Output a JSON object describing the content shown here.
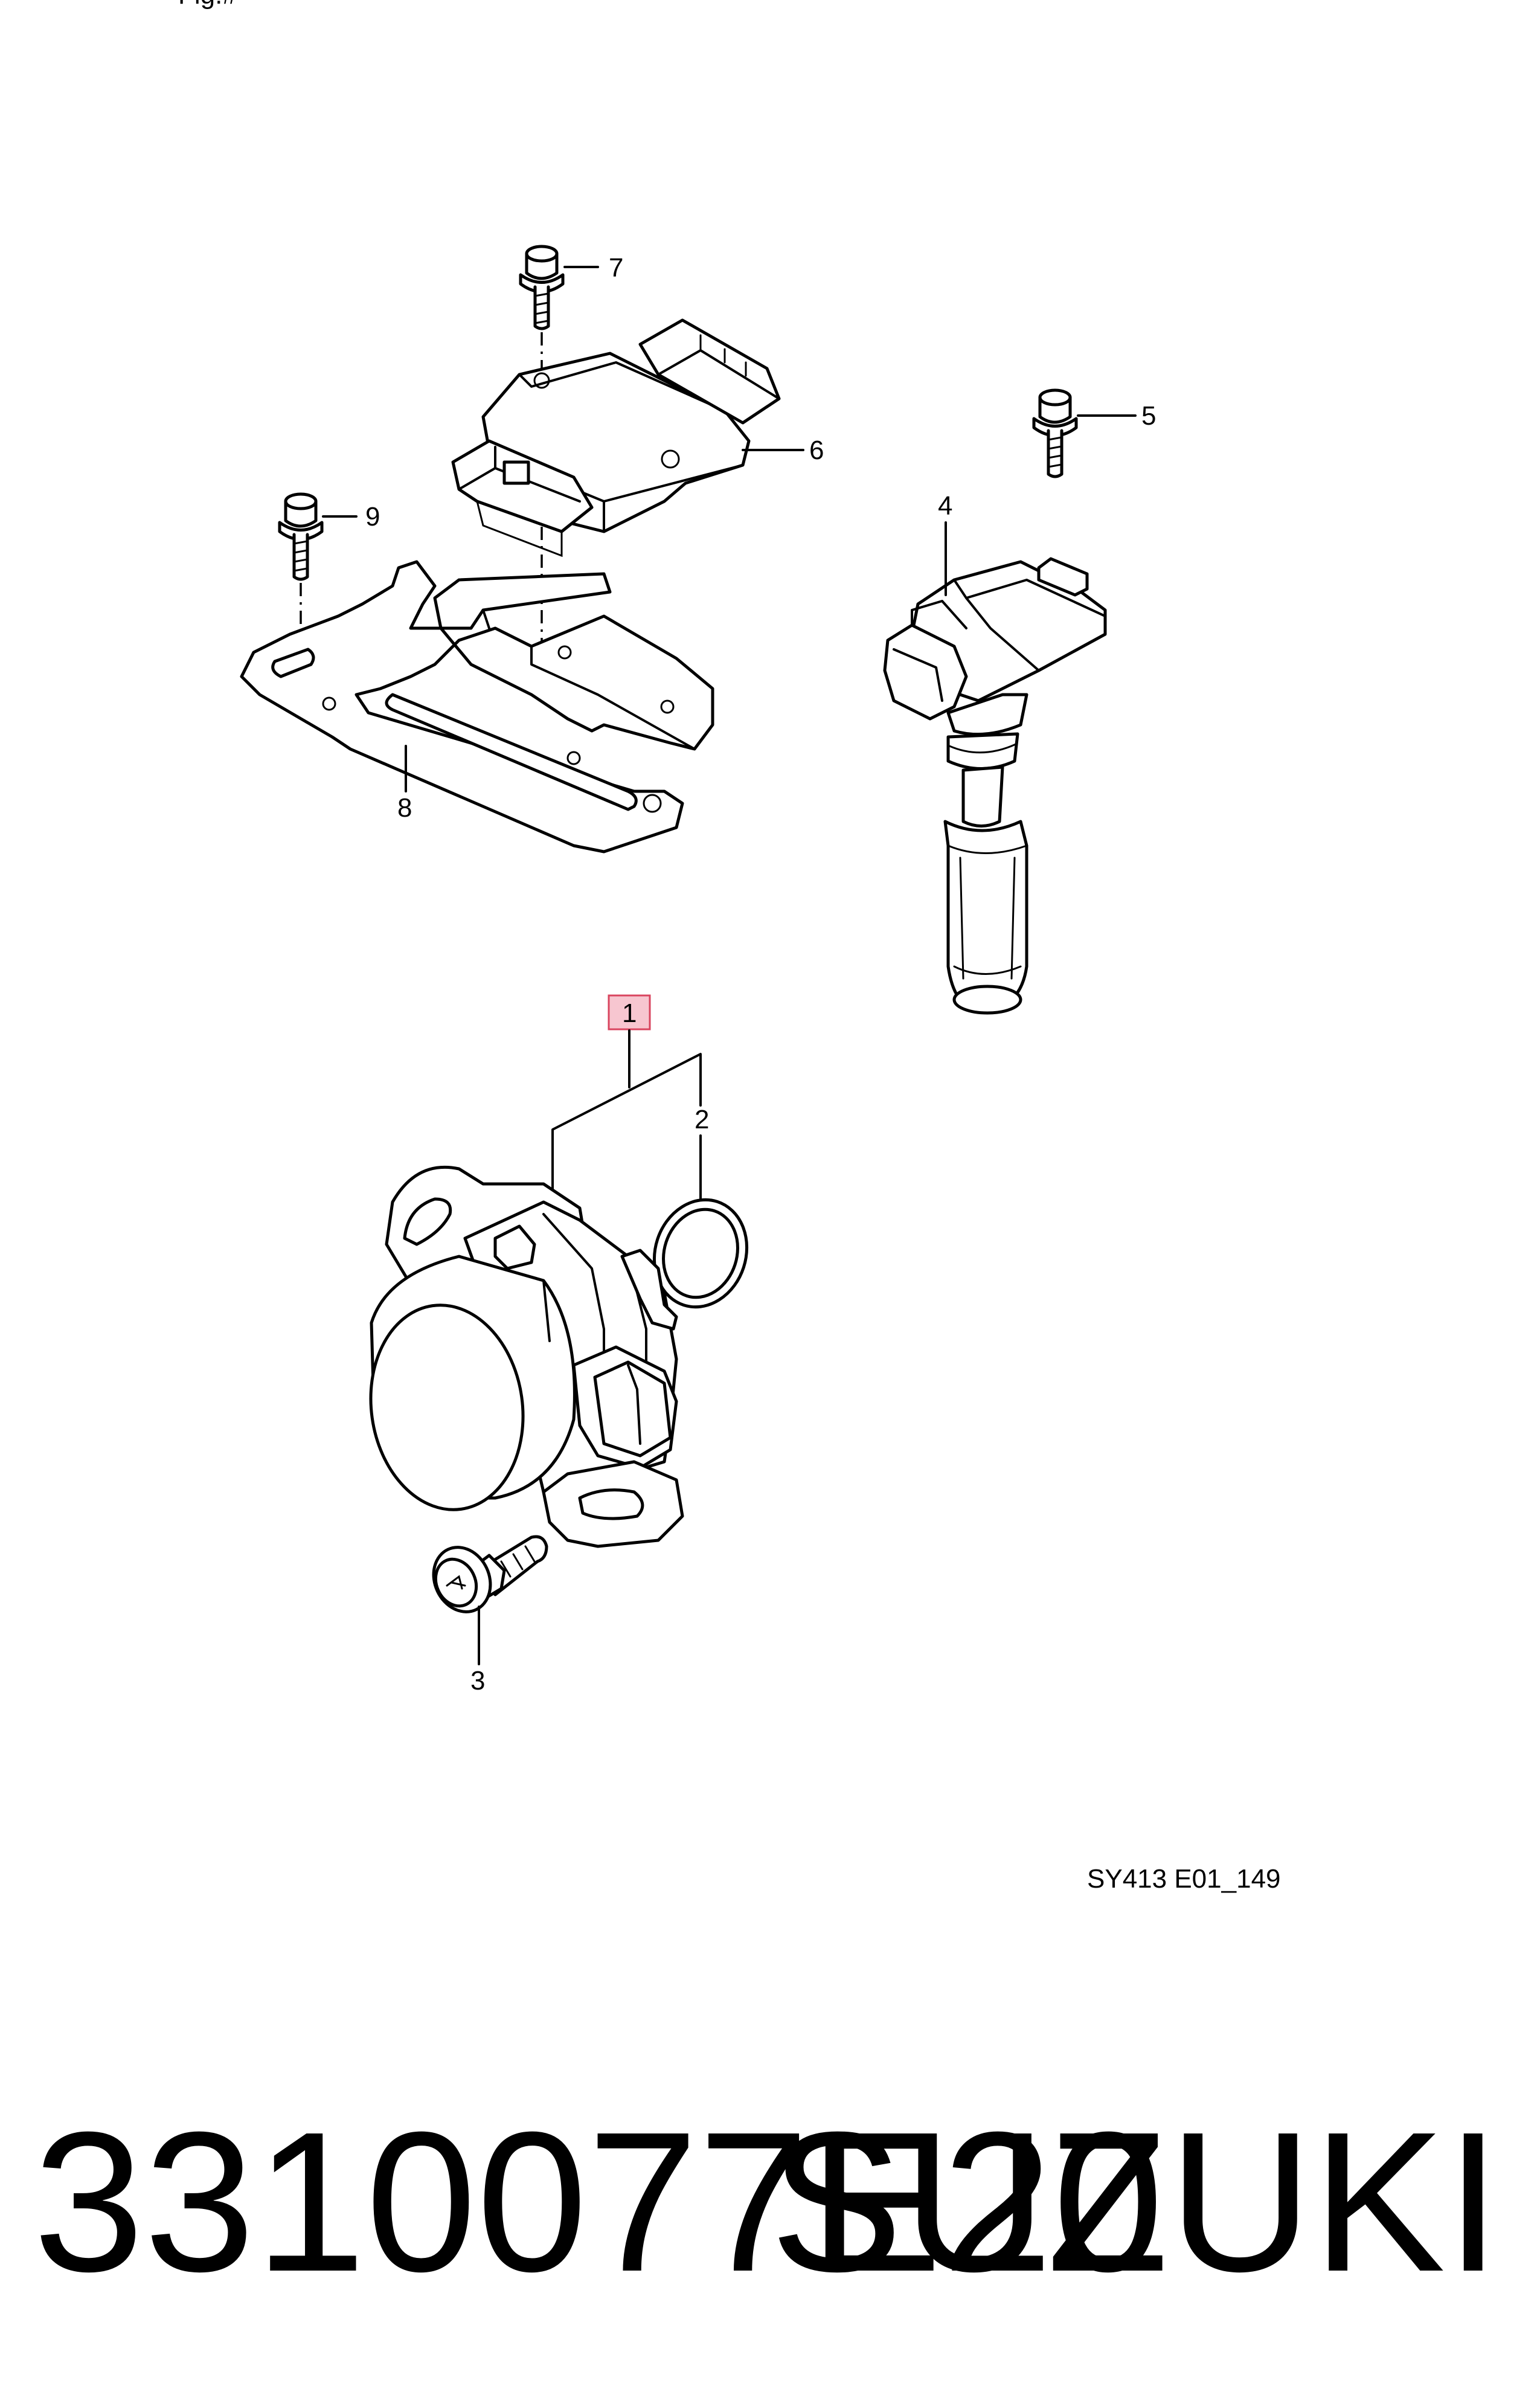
{
  "diagram": {
    "header_fragment": "Fig.#",
    "callouts": [
      {
        "number": "1",
        "highlighted": true
      },
      {
        "number": "2"
      },
      {
        "number": "3"
      },
      {
        "number": "4"
      },
      {
        "number": "5"
      },
      {
        "number": "6"
      },
      {
        "number": "7"
      },
      {
        "number": "8"
      },
      {
        "number": "9"
      }
    ],
    "drawing_code": "SY413 E01_149",
    "highlight_color": "#f7c6d0",
    "highlight_border": "#d9455f"
  },
  "footer": {
    "part_number": "3310077E20",
    "brand": "SUZUKI"
  }
}
